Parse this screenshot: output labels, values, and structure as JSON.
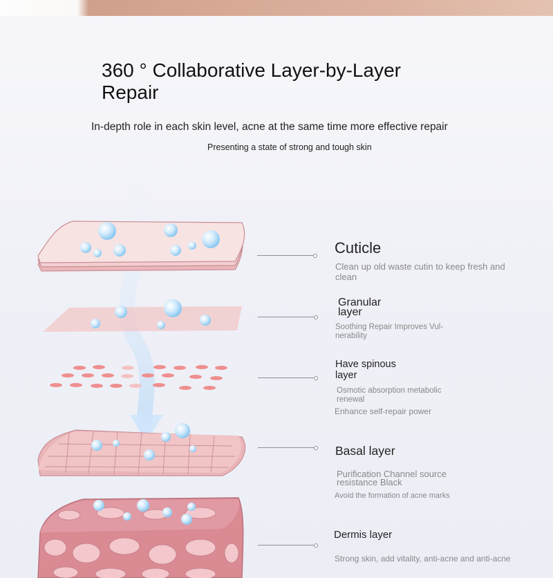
{
  "header": {
    "title": "360 ° Collaborative Layer-by-Layer Repair",
    "subtitle": "In-depth role in each skin level, acne at the same time more effective repair",
    "tagline": "Presenting a state of strong and tough skin"
  },
  "layers": [
    {
      "name": "Cuticle",
      "descriptions": [
        "Clean up old waste cutin to keep fresh and clean"
      ]
    },
    {
      "name": "Granular layer",
      "descriptions": [
        "Soothing Repair Improves Vul- nerability"
      ]
    },
    {
      "name": "Have spinous layer",
      "descriptions": [
        "Osmotic absorption metabolic renewal",
        "Enhance self-repair power"
      ]
    },
    {
      "name": "Basal layer",
      "descriptions": [
        "Purification Channel source resistance Black",
        "Avoid the formation of acne marks"
      ]
    },
    {
      "name": "Dermis layer",
      "descriptions": [
        "Strong skin, add vitality, anti-acne and anti-acne"
      ]
    }
  ],
  "colors": {
    "skin_light": "#f7dcdc",
    "skin_mid": "#eab7bb",
    "skin_dark": "#cf8f98",
    "dermis": "#d98a93",
    "bubble": "#a9d6f5",
    "arrow": "#cfe6fb"
  }
}
